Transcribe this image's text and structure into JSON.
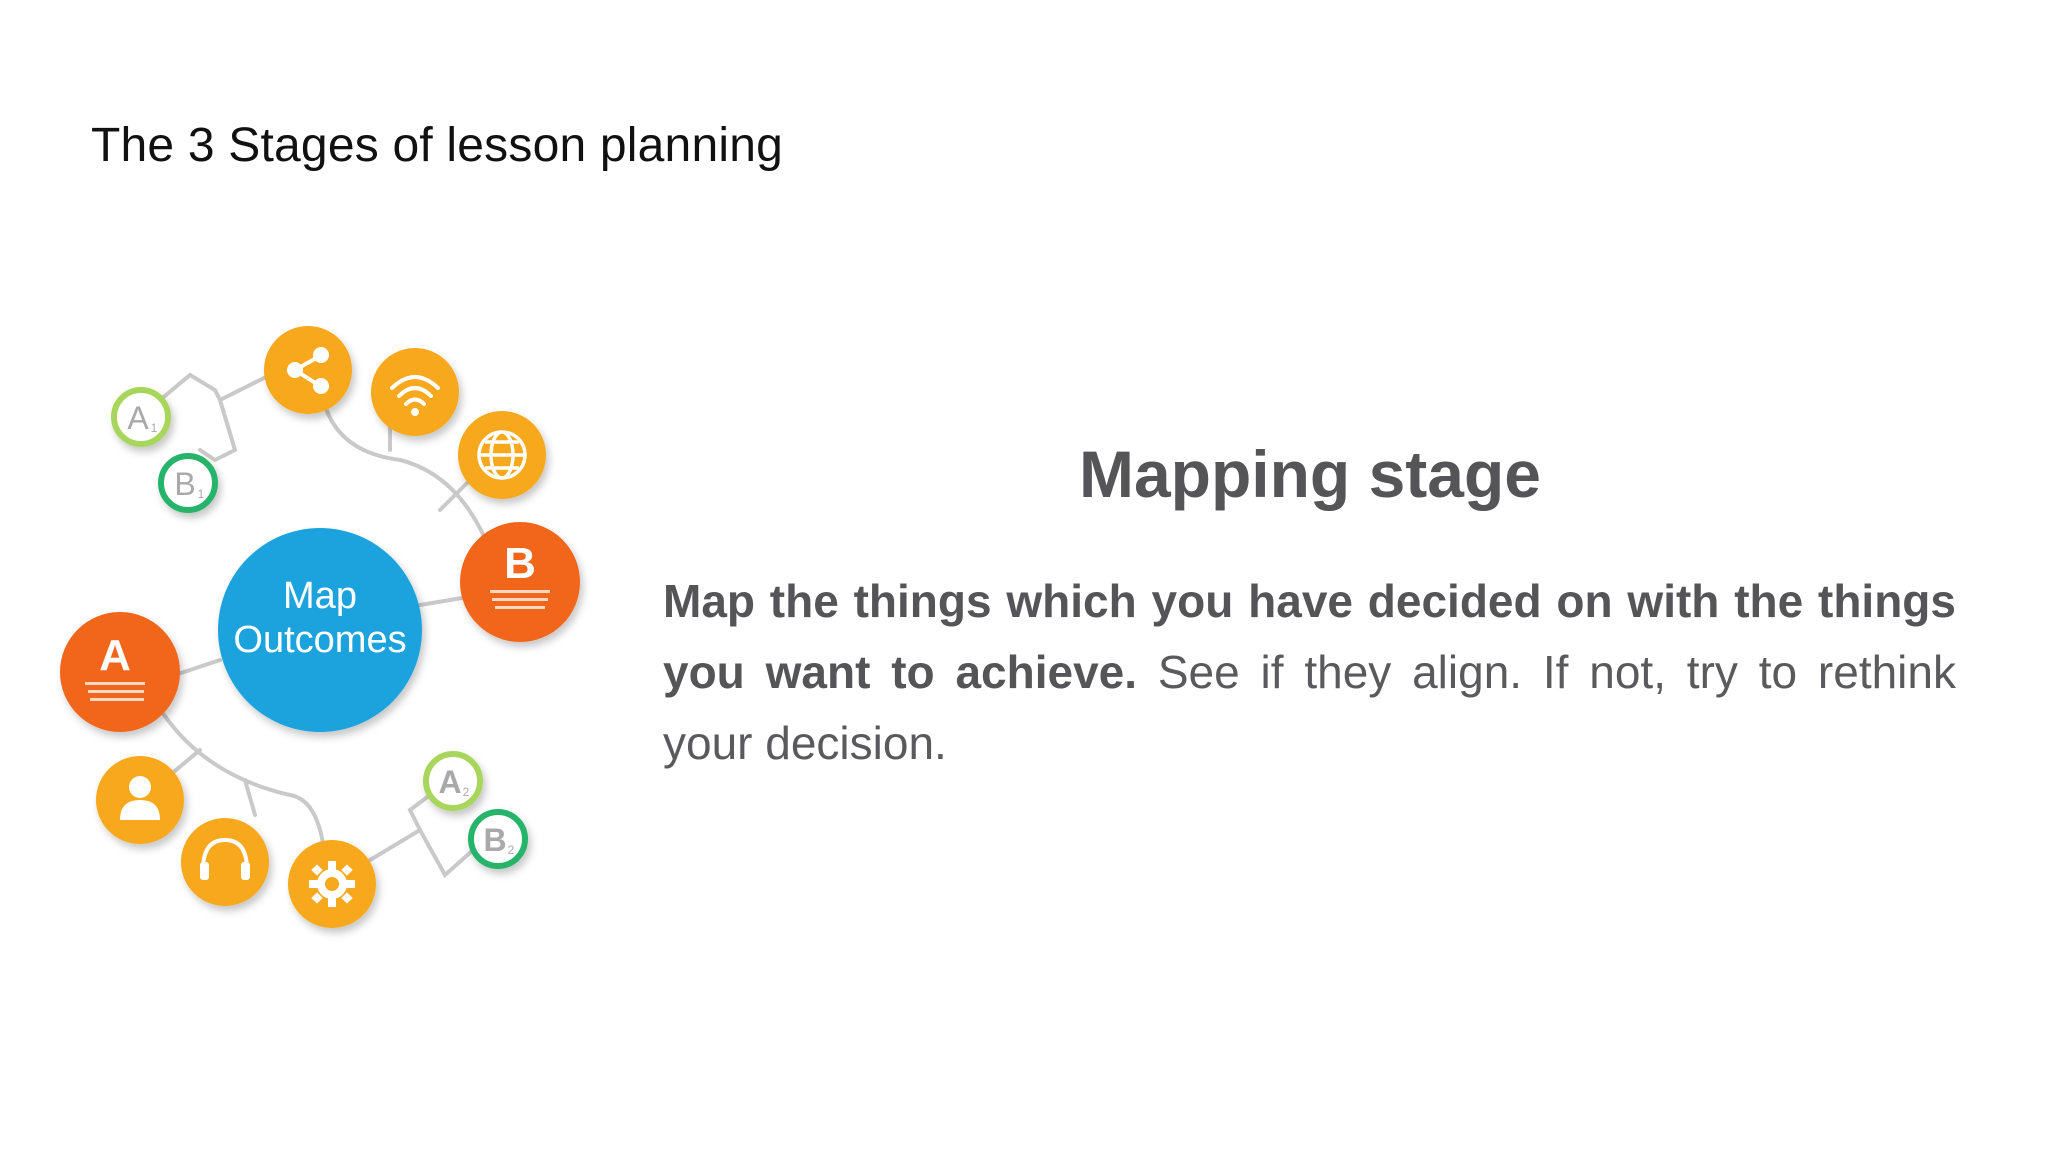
{
  "slide": {
    "title": "The 3 Stages of lesson planning",
    "heading": "Mapping stage",
    "body_bold": "Map the things which you have decided on with the things you want to achieve.",
    "body_regular": " See if they align. If not, try to rethink your decision."
  },
  "diagram": {
    "center_label_line1": "Map",
    "center_label_line2": "Outcomes",
    "node_a_letter": "A",
    "node_b_letter": "B",
    "small_nodes": [
      {
        "label": "A",
        "sub": "1"
      },
      {
        "label": "B",
        "sub": "1"
      },
      {
        "label": "A",
        "sub": "2"
      },
      {
        "label": "B",
        "sub": "2"
      }
    ],
    "icons": [
      "share-icon",
      "wifi-icon",
      "globe-icon",
      "person-icon",
      "headphones-icon",
      "gear-icon"
    ]
  },
  "colors": {
    "center_blue": "#1aa3dd",
    "orange_red": "#f2661f",
    "amber": "#f7a81c",
    "connector_gray": "#c8c8c8",
    "small_node_green": "#27b36b",
    "small_node_lightgreen": "#a8d65c",
    "heading_gray": "#555558"
  }
}
